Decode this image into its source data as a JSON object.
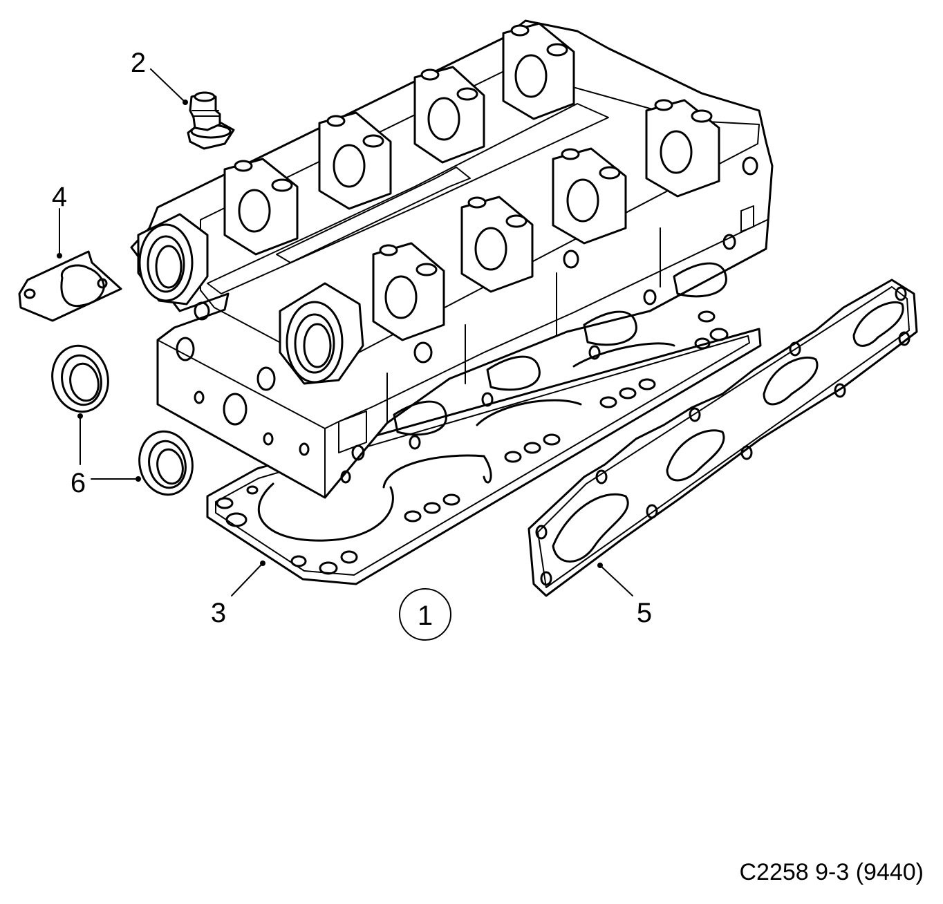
{
  "diagram": {
    "callouts": [
      {
        "id": "1",
        "label": "1"
      },
      {
        "id": "2",
        "label": "2"
      },
      {
        "id": "3",
        "label": "3"
      },
      {
        "id": "4",
        "label": "4"
      },
      {
        "id": "5",
        "label": "5"
      },
      {
        "id": "6",
        "label": "6"
      }
    ],
    "parts": [
      {
        "callout": "1",
        "icon": "cylinder-head-illustration"
      },
      {
        "callout": "2",
        "icon": "plug-and-washer-illustration"
      },
      {
        "callout": "3",
        "icon": "head-gasket-illustration"
      },
      {
        "callout": "4",
        "icon": "flange-gasket-illustration"
      },
      {
        "callout": "5",
        "icon": "manifold-gasket-illustration"
      },
      {
        "callout": "6",
        "icon": "oil-seal-illustration"
      }
    ],
    "line_color": "#000000",
    "background": "#ffffff"
  },
  "caption": "C2258 9-3 (9440)"
}
